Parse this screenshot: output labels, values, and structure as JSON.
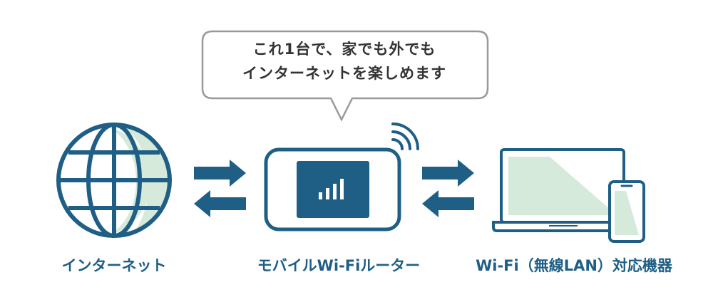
{
  "bubble": {
    "line1": "これ1台で、家でも外でも",
    "line2": "インターネットを楽しめます"
  },
  "labels": {
    "internet": "インターネット",
    "router": "モバイルWi-Fiルーター",
    "devices": "Wi-Fi（無線LAN）対応機器"
  },
  "colors": {
    "primary": "#1f5f85",
    "accent_green": "#d5eadb",
    "bubble_stroke": "#999999",
    "text_dark": "#333333"
  },
  "icons": {
    "globe": "globe-icon",
    "router": "mobile-router-icon",
    "wifi": "wifi-signal-icon",
    "laptop": "laptop-icon",
    "phone": "smartphone-icon",
    "arrows": "bidirectional-arrows-icon"
  }
}
